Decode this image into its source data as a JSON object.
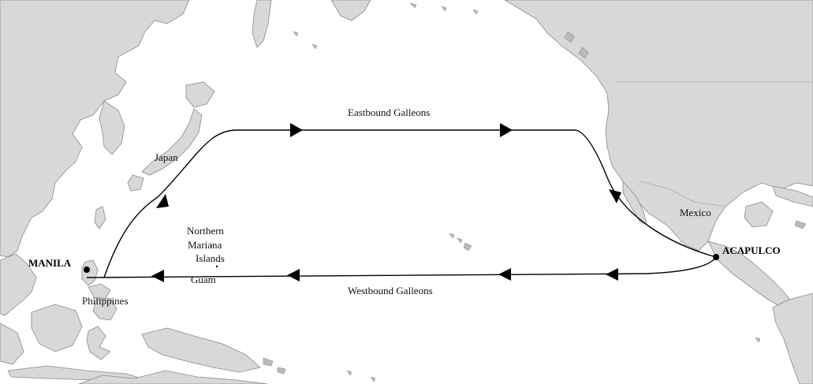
{
  "map": {
    "labels": {
      "eastbound": "Eastbound Galleons",
      "westbound": "Westbound Galleons",
      "japan": "Japan",
      "mexico": "Mexico",
      "philippines": "Philippines",
      "guam": "Guam",
      "nmi_line1": "Northern",
      "nmi_line2": "Mariana",
      "nmi_line3": "Islands"
    },
    "cities": {
      "manila": "MANILA",
      "acapulco": "ACAPULCO"
    },
    "colors": {
      "land": "#d8d8d8",
      "ocean": "#ffffff",
      "route": "#000000"
    }
  }
}
